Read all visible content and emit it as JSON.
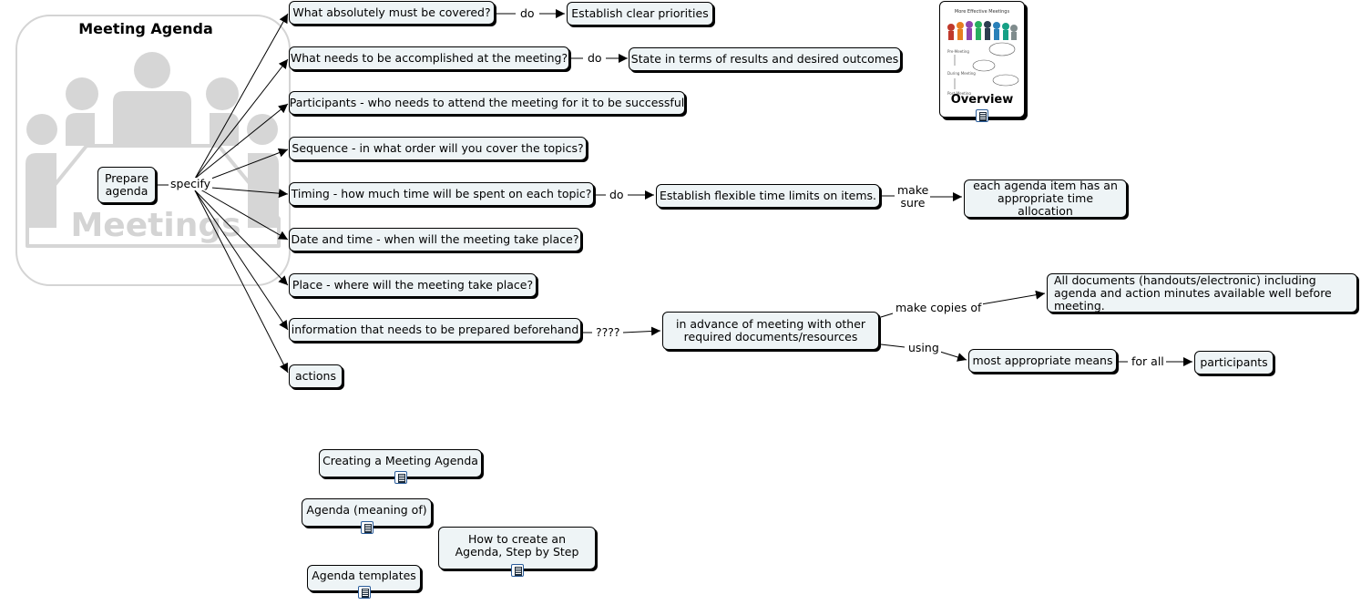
{
  "map": {
    "title": "Meeting Agenda",
    "background_word": "Meetings",
    "root": "Prepare agenda",
    "root_link": "specify",
    "branches": [
      "What absolutely must be covered?",
      "What needs to be accomplished at the meeting?",
      "Participants - who needs to attend the meeting for it to be successful",
      "Sequence - in what order will you cover the topics?",
      "Timing - how much time will be spent on each topic?",
      "Date and time - when will the meeting take place?",
      "Place - where will the meeting take place?",
      "information that needs to be prepared beforehand",
      "actions"
    ],
    "priorities": "Establish clear priorities",
    "outcomes": "State in terms of results and desired outcomes",
    "time_limits": "Establish flexible time limits on items.",
    "time_allocation": "each agenda item has an appropriate time allocation",
    "advance": "in advance of meeting with other required documents/resources",
    "documents": "All documents (handouts/electronic) including agenda and action minutes available well before meeting.",
    "means": "most appropriate means",
    "participants": "participants",
    "links": {
      "do1": "do",
      "do2": "do",
      "do3": "do",
      "make_sure": "make sure",
      "unknown": "????",
      "make_copies": "make copies of",
      "using": "using",
      "for_all": "for all"
    },
    "overview_caption": "Overview",
    "resources": [
      "Creating a Meeting Agenda",
      "Agenda (meaning of)",
      "How to create an Agenda, Step by Step",
      "Agenda templates"
    ]
  },
  "colors": {
    "node_fill": "#eef4f6",
    "node_border": "#000000",
    "background_art": "#d4d4d4",
    "resource_icon": "#2a5c9a"
  },
  "icons": [
    "document-icon",
    "image-icon",
    "meeting-people-icon"
  ]
}
